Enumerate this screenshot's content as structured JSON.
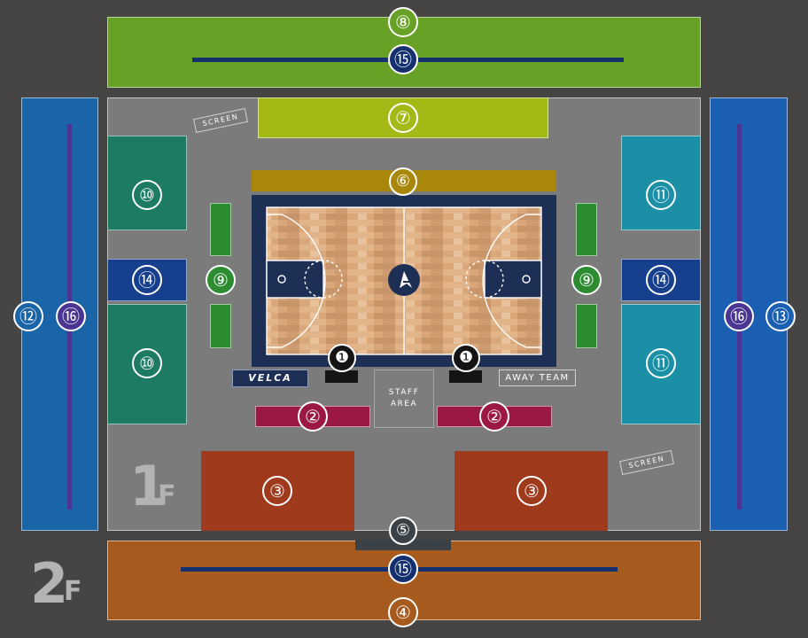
{
  "colors": {
    "background": "#464544",
    "floor_gray": "#7b7b7b",
    "sec1": "#141414",
    "sec2": "#9b1843",
    "sec3": "#a03a1c",
    "sec4": "#a65a1e",
    "sec5": "#3a4248",
    "sec6": "#a8870a",
    "sec7": "#a4b915",
    "sec8": "#67a126",
    "sec9": "#2d8b32",
    "sec10": "#1d7a63",
    "sec11": "#1a8fa6",
    "sec12": "#1a64a8",
    "sec13": "#1a5fb1",
    "sec14": "#163f8e",
    "sec15": "#14306e",
    "sec16": "#3e2a82",
    "court_border": "#1e2f56",
    "court_wood": "#d9a77a"
  },
  "sections": {
    "s1": "❶",
    "s2": "②",
    "s3": "③",
    "s4": "④",
    "s5": "⑤",
    "s6": "⑥",
    "s7": "⑦",
    "s8": "⑧",
    "s9": "⑨",
    "s10": "⑩",
    "s11": "⑪",
    "s12": "⑫",
    "s13": "⑬",
    "s14": "⑭",
    "s15": "⑮",
    "s16": "⑯"
  },
  "labels": {
    "screen": "SCREEN",
    "staff_area_line1": "STAFF",
    "staff_area_line2": "AREA",
    "away_team": "AWAY TEAM",
    "home_team": "VELCA",
    "floor1_num": "1",
    "floor1_letter": "F",
    "floor2_num": "2",
    "floor2_letter": "F"
  },
  "icons": {
    "center_logo": "team-logo-icon"
  }
}
